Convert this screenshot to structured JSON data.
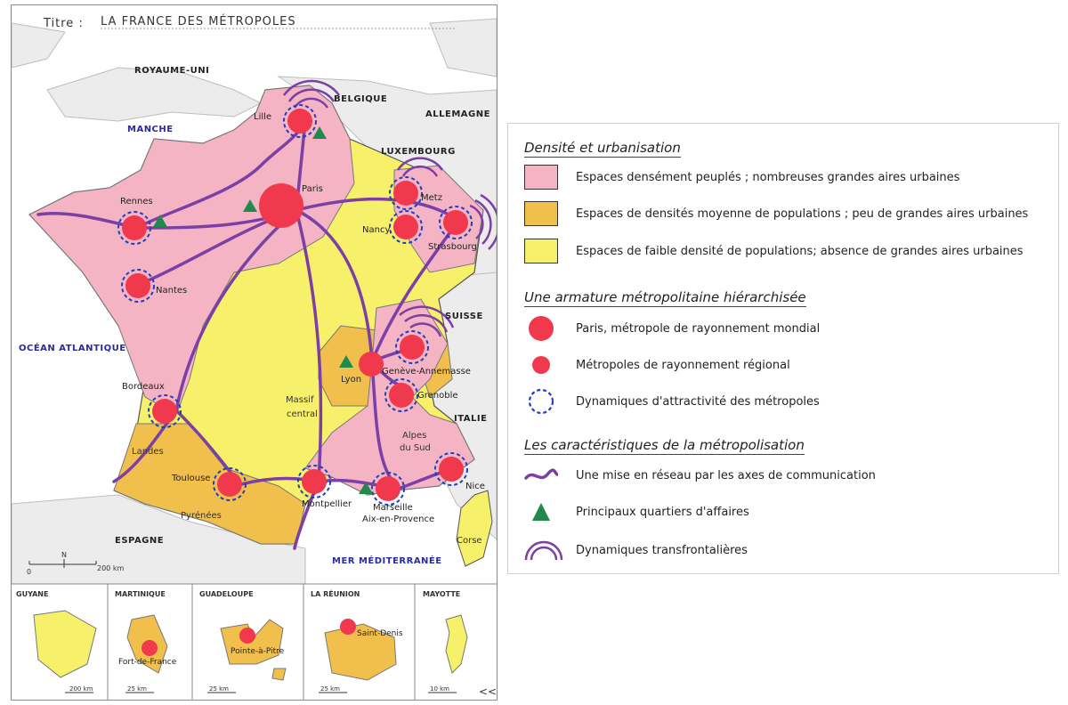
{
  "map": {
    "title_prefix": "Titre :",
    "title": "LA FRANCE DES MÉTROPOLES",
    "countries": {
      "royaume_uni": "ROYAUME-UNI",
      "belgique": "BELGIQUE",
      "allemagne": "ALLEMAGNE",
      "luxembourg": "LUXEMBOURG",
      "suisse": "SUISSE",
      "italie": "ITALIE",
      "espagne": "ESPAGNE"
    },
    "seas": {
      "manche": "MANCHE",
      "ocean": "OCÉAN ATLANTIQUE",
      "mer": "MER MÉDITERRANÉE"
    },
    "cities": {
      "paris": "Paris",
      "lille": "Lille",
      "rennes": "Rennes",
      "nantes": "Nantes",
      "metz": "Metz",
      "nancy": "Nancy",
      "strasbourg": "Strasbourg",
      "lyon": "Lyon",
      "geneve": "Genève-Annemasse",
      "grenoble": "Grenoble",
      "bordeaux": "Bordeaux",
      "toulouse": "Toulouse",
      "montpellier": "Montpellier",
      "marseille_1": "Marseille",
      "marseille_2": "Aix-en-Provence",
      "nice": "Nice"
    },
    "regions": {
      "massif_1": "Massif",
      "massif_2": "central",
      "landes": "Landes",
      "pyrenees": "Pyrénées",
      "alpes_1": "Alpes",
      "alpes_2": "du Sud",
      "corse": "Corse"
    },
    "scale": {
      "zero": "0",
      "label": "200 km",
      "north": "N"
    },
    "dom": [
      {
        "name": "GUYANE",
        "scale": "200 km",
        "city": ""
      },
      {
        "name": "MARTINIQUE",
        "scale": "25 km",
        "city": "Fort-de-France"
      },
      {
        "name": "GUADELOUPE",
        "scale": "25 km",
        "city": "Pointe-à-Pitre"
      },
      {
        "name": "LA RÉUNION",
        "scale": "25 km",
        "city": "Saint-Denis"
      },
      {
        "name": "MAYOTTE",
        "scale": "10 km",
        "city": ""
      }
    ],
    "nav_glyph": "<<"
  },
  "legend": {
    "section1": {
      "title": "Densité et urbanisation",
      "items": [
        {
          "label": "Espaces densément peuplés ; nombreuses grandes aires urbaines",
          "color": "#f4b4c4"
        },
        {
          "label": "Espaces de densités moyenne de populations ; peu de grandes aires urbaines",
          "color": "#f1c04c"
        },
        {
          "label": "Espaces de faible densité de populations; absence de grandes aires urbaines",
          "color": "#f7f06a"
        }
      ]
    },
    "section2": {
      "title": "Une armature métropolitaine hiérarchisée",
      "items": [
        {
          "label": "Paris, métropole de rayonnement mondial"
        },
        {
          "label": "Métropoles de rayonnement régional"
        },
        {
          "label": "Dynamiques d'attractivité des métropoles"
        }
      ]
    },
    "section3": {
      "title": "Les caractéristiques de la métropolisation",
      "items": [
        {
          "label": "Une mise en réseau par les axes de communication"
        },
        {
          "label": "Principaux quartiers d'affaires"
        },
        {
          "label": "Dynamiques transfrontalières"
        }
      ]
    }
  },
  "colors": {
    "dense": "#f4b4c4",
    "medium": "#f1c04c",
    "low": "#f7f06a",
    "metropole": "#f0394d",
    "network": "#7b3fa6",
    "business": "#1f8a4c",
    "attractivity": "#1f3fbf",
    "sea_label": "#2a2aa0",
    "foreign_land": "#e9e9e9"
  }
}
